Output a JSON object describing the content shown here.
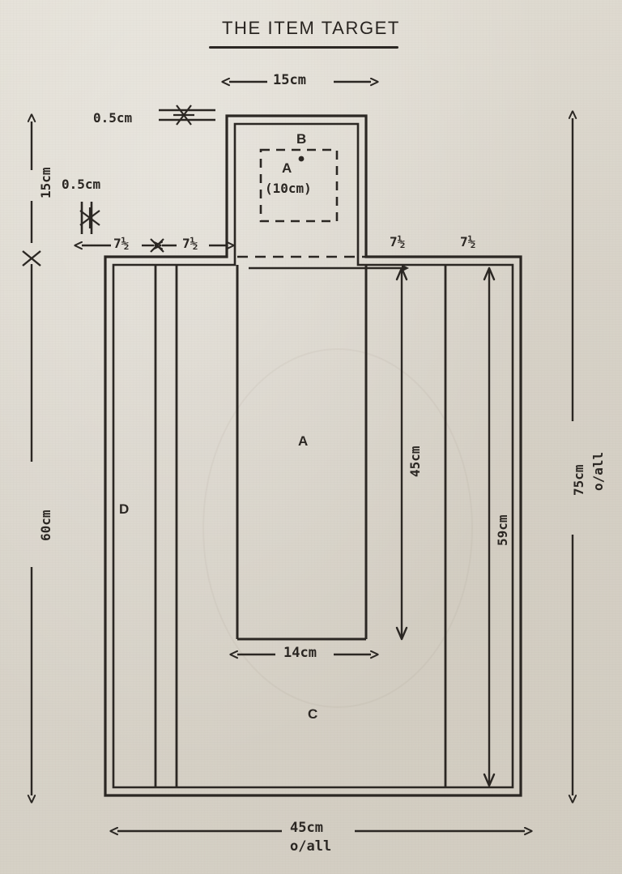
{
  "title": "THE ITEM TARGET",
  "diagram": {
    "type": "sewing-pattern-schematic",
    "units": "cm",
    "regions": [
      {
        "key": "A_panel",
        "label": "A"
      },
      {
        "key": "B_panel",
        "label": "B"
      },
      {
        "key": "C_panel",
        "label": "C"
      },
      {
        "key": "D_panel",
        "label": "D"
      },
      {
        "key": "A_inset",
        "label": "A",
        "note": "(10cm)"
      }
    ],
    "dimensions": {
      "neck_width": "15cm",
      "seam_top": "0.5cm",
      "seam_side": "0.5cm",
      "shoulder_left_outer": "7½",
      "shoulder_left_inner": "7½",
      "shoulder_right_inner": "7½",
      "shoulder_right_outer": "7½",
      "left_upper": "15cm",
      "left_lower": "60cm",
      "body_depth": "45cm",
      "side_height": "59cm",
      "overall_height_value": "75cm",
      "overall_height_note": "o/all",
      "center_panel_width": "14cm",
      "overall_width_value": "45cm",
      "overall_width_note": "o/all",
      "inset_size": "(10cm)"
    }
  },
  "colors": {
    "ink": "#2b2723",
    "paper": "#dcd8cf"
  }
}
